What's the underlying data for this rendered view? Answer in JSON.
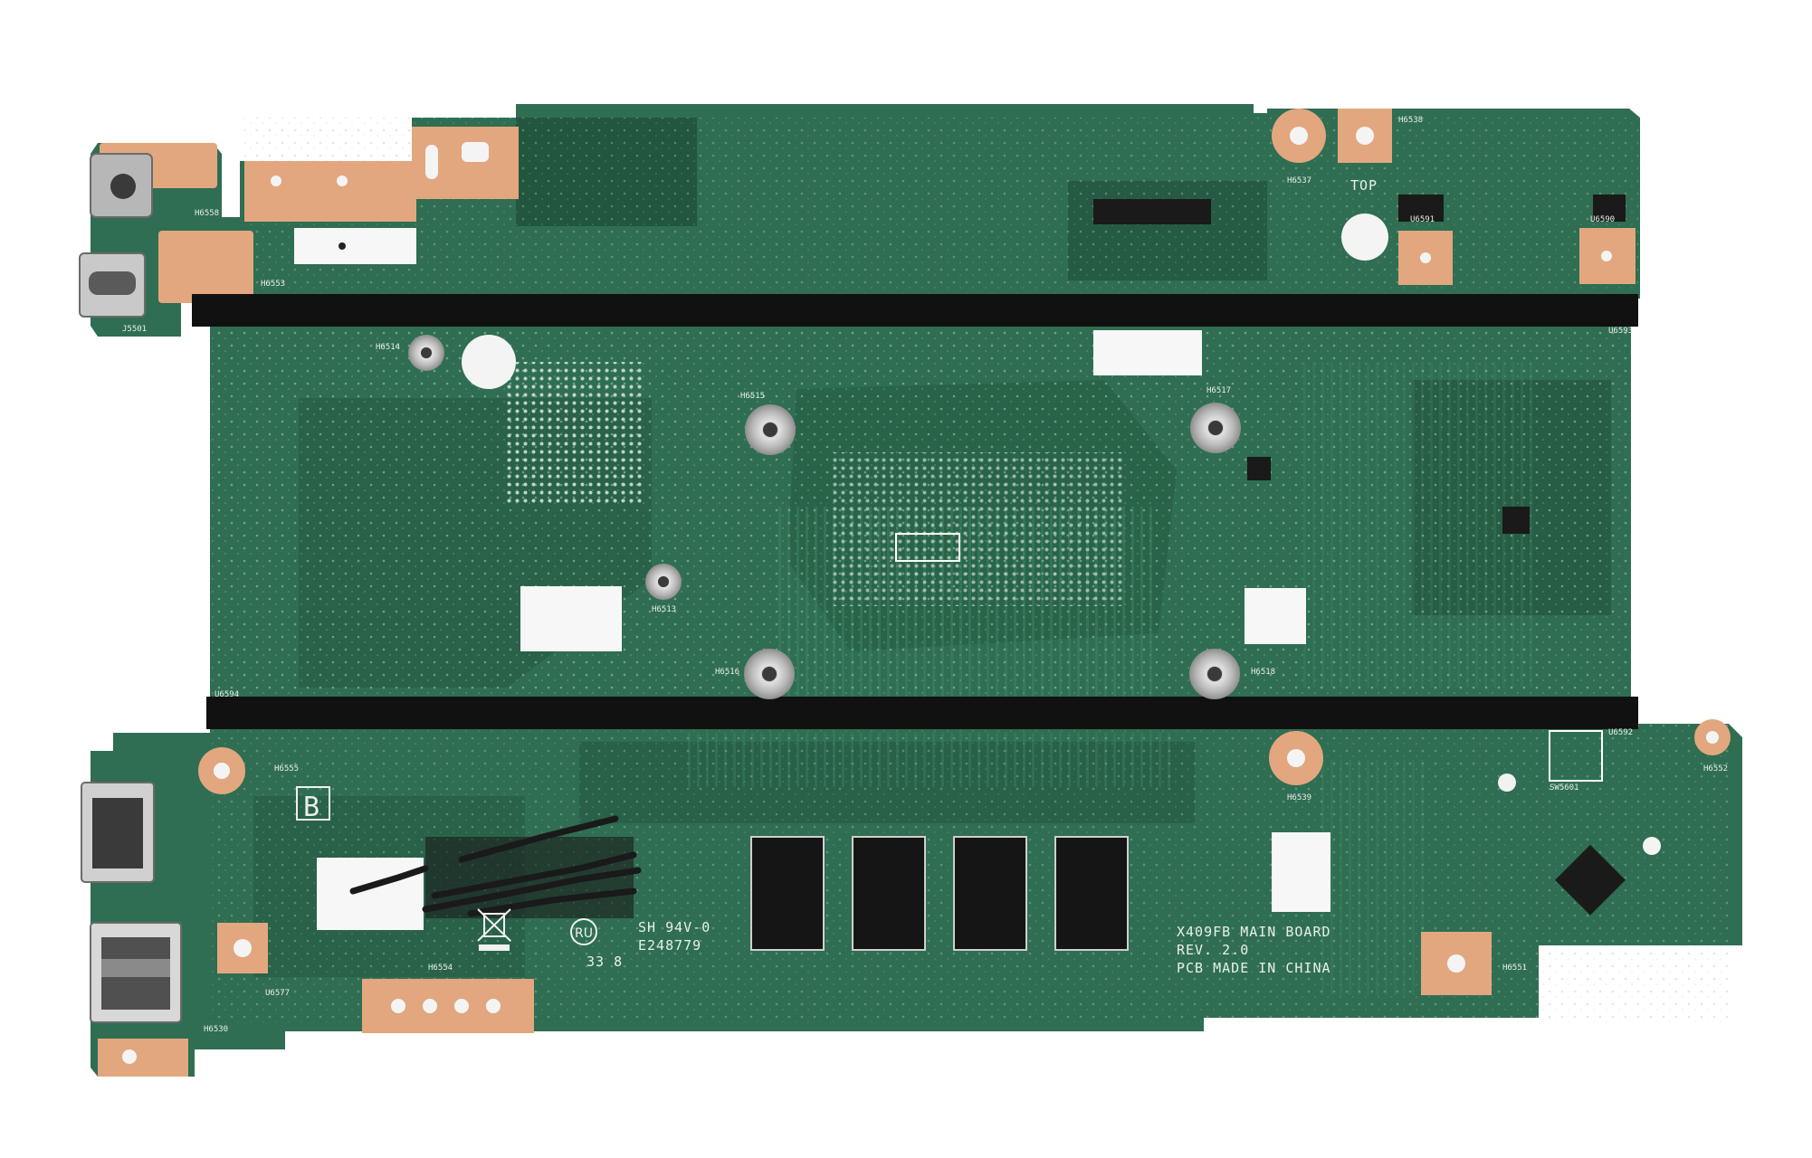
{
  "photo": {
    "colors": {
      "background": "#ffffff",
      "pcb": "#2f6e52",
      "pcb_dark": "#1f4f3a",
      "pcb_trace": "#3e8a66",
      "copper_pad": "#e2a77e",
      "foam_strip": "#111111",
      "label_white": "#f7f7f7",
      "standoff": "#c9c9c9"
    },
    "silkscreen": {
      "board_line1": "X409FB MAIN BOARD",
      "board_line2": "REV. 2.0",
      "board_line3": "PCB MADE IN CHINA",
      "ul_rating": "SH 94V-0",
      "ul_file": "E248779",
      "date_code": "33 8",
      "top_marker": "TOP",
      "side_marker": "B",
      "refs": {
        "h6558": "H6558",
        "h6553": "H6553",
        "j5501": "J5501",
        "h6537": "H6537",
        "h6538": "H6538",
        "u6591": "U6591",
        "u6590": "U6590",
        "h6514": "H6514",
        "h6515": "H6515",
        "h6517": "H6517",
        "u6593": "U6593",
        "h6513": "H6513",
        "h6516": "H6516",
        "h6518": "H6518",
        "u6594": "U6594",
        "h6555": "H6555",
        "h6539": "H6539",
        "u6592": "U6592",
        "h6552": "H6552",
        "sw5601": "SW5601",
        "h6554": "H6554",
        "u6577": "U6577",
        "h6530": "H6530",
        "h6551": "H6551"
      }
    }
  }
}
